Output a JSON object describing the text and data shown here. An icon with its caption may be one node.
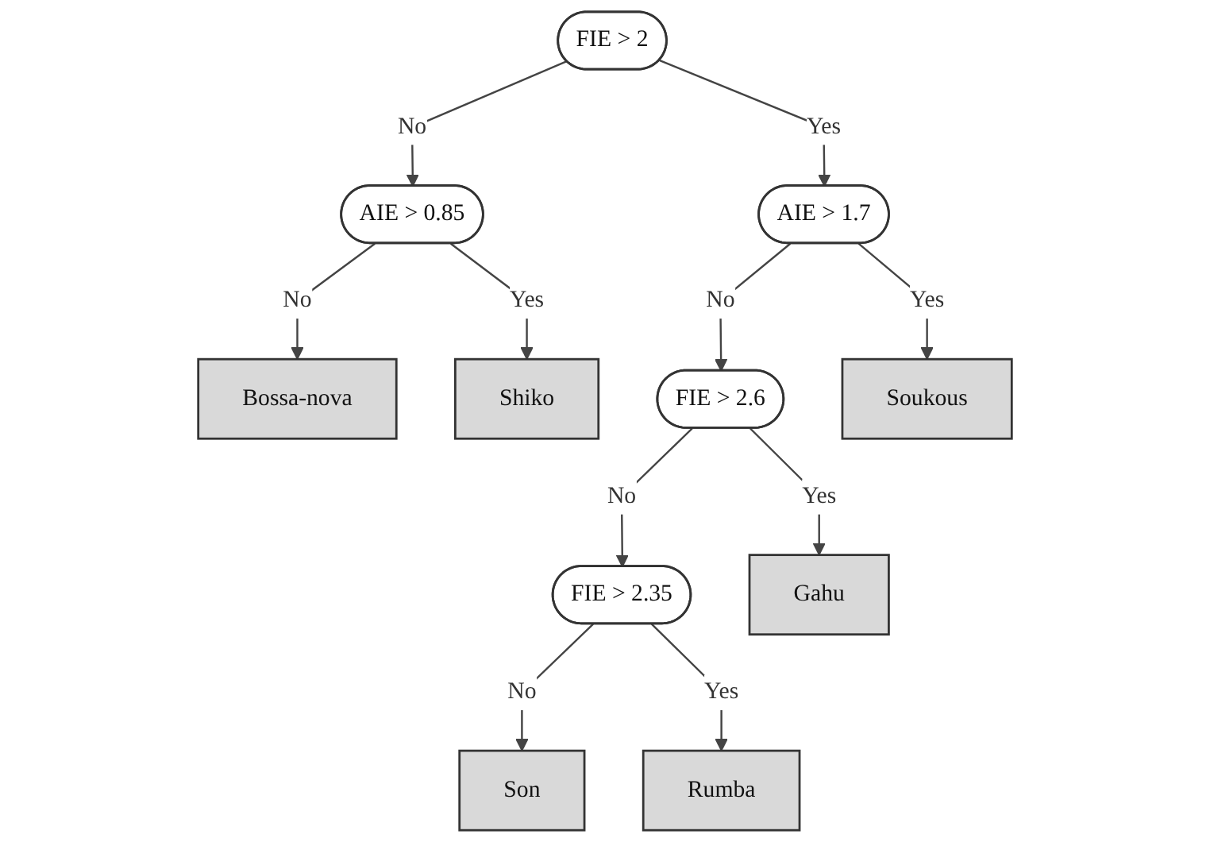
{
  "diagram": {
    "nodes": [
      {
        "text": [
          "FIE > 2"
        ]
      },
      {
        "text": [
          "AIE > 0.85"
        ]
      },
      {
        "text": [
          "AIE > 1.7"
        ]
      },
      {
        "text": [
          "Bossa-nova"
        ]
      },
      {
        "text": [
          "Shiko"
        ]
      },
      {
        "text": [
          "FIE > 2.6"
        ]
      },
      {
        "text": [
          "Soukous"
        ]
      },
      {
        "text": [
          "FIE > 2.35"
        ]
      },
      {
        "text": [
          "Gahu"
        ]
      },
      {
        "text": [
          "Son"
        ]
      },
      {
        "text": [
          "Rumba"
        ]
      }
    ],
    "edges": [
      {
        "from": 0,
        "to": 1,
        "arrow": "to",
        "label": "No"
      },
      {
        "from": 0,
        "to": 2,
        "arrow": "to",
        "label": "Yes"
      },
      {
        "from": 1,
        "to": 3,
        "arrow": "to",
        "label": "No"
      },
      {
        "from": 1,
        "to": 4,
        "arrow": "to",
        "label": "Yes"
      },
      {
        "from": 2,
        "to": 5,
        "arrow": "to",
        "label": "No"
      },
      {
        "from": 2,
        "to": 6,
        "arrow": "to",
        "label": "Yes"
      },
      {
        "from": 5,
        "to": 7,
        "arrow": "to",
        "label": "No"
      },
      {
        "from": 5,
        "to": 8,
        "arrow": "to",
        "label": "Yes"
      },
      {
        "from": 7,
        "to": 9,
        "arrow": "to",
        "label": "No"
      },
      {
        "from": 7,
        "to": 10,
        "arrow": "to",
        "label": "Yes"
      }
    ]
  }
}
